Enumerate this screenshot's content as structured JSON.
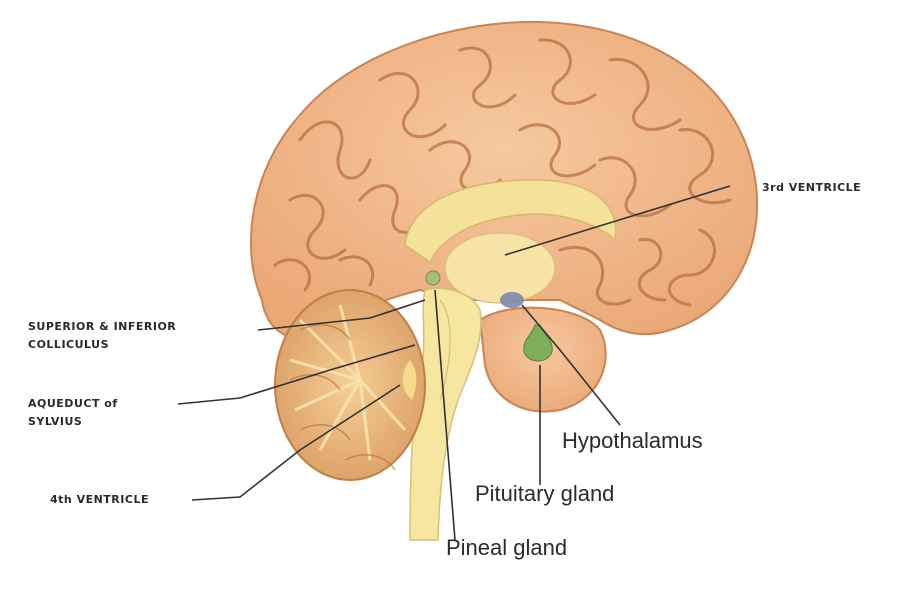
{
  "labels": {
    "third_ventricle": "3rd VENTRICLE",
    "colliculus_line1": "SUPERIOR & INFERIOR",
    "colliculus_line2": "COLLICULUS",
    "aqueduct_line1": "AQUEDUCT of",
    "aqueduct_line2": "SYLVIUS",
    "fourth_ventricle": "4th VENTRICLE",
    "hypothalamus": "Hypothalamus",
    "pituitary": "Pituitary gland",
    "pineal": "Pineal gland"
  },
  "colors": {
    "cortex": "#f2b98a",
    "cortex_shadow": "#d98d5c",
    "gyri_line": "#b56a3e",
    "ventricle_yellow": "#f6e79a",
    "stem_yellow": "#f7e6a0",
    "pituitary_green": "#7fae5a",
    "leader_line": "#333333"
  }
}
